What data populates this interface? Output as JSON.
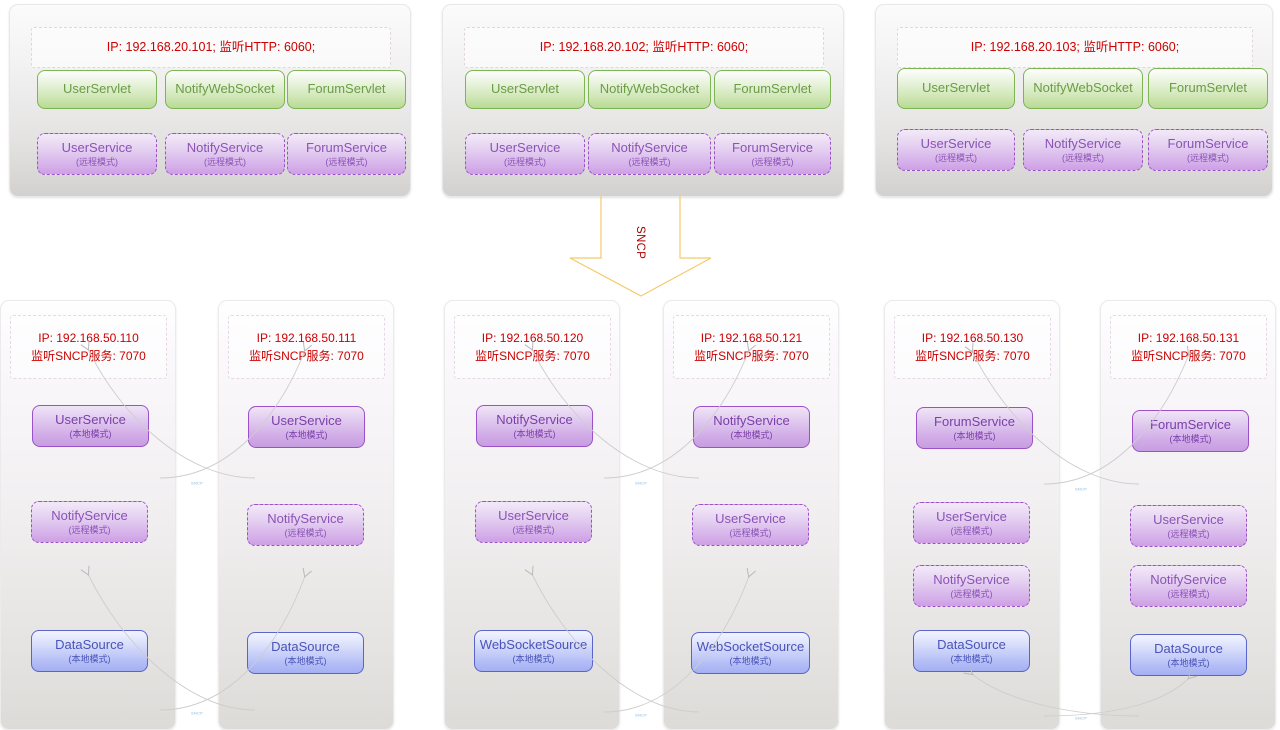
{
  "diagram": {
    "protocol_label": "SNCP",
    "edge_mini_label": "SNCP",
    "colors": {
      "ip_text": "#cc0000",
      "green_border": "#7cb551",
      "purple_border": "#9b52c9",
      "blue_border": "#5b64c9",
      "arrow_gradient": "#f5c96b",
      "edge_line": "#c9c9c9"
    }
  },
  "web_tier": [
    {
      "id": "web-1",
      "header": "IP: 192.168.20.101;   监听HTTP: 6060;",
      "servlets": [
        {
          "name": "UserServlet"
        },
        {
          "name": "NotifyWebSocket"
        },
        {
          "name": "ForumServlet"
        }
      ],
      "services": [
        {
          "name": "UserService",
          "mode": "(远程模式)"
        },
        {
          "name": "NotifyService",
          "mode": "(远程模式)"
        },
        {
          "name": "ForumService",
          "mode": "(远程模式)"
        }
      ]
    },
    {
      "id": "web-2",
      "header": "IP: 192.168.20.102;   监听HTTP: 6060;",
      "servlets": [
        {
          "name": "UserServlet"
        },
        {
          "name": "NotifyWebSocket"
        },
        {
          "name": "ForumServlet"
        }
      ],
      "services": [
        {
          "name": "UserService",
          "mode": "(远程模式)"
        },
        {
          "name": "NotifyService",
          "mode": "(远程模式)"
        },
        {
          "name": "ForumService",
          "mode": "(远程模式)"
        }
      ]
    },
    {
      "id": "web-3",
      "header": "IP: 192.168.20.103;   监听HTTP: 6060;",
      "servlets": [
        {
          "name": "UserServlet"
        },
        {
          "name": "NotifyWebSocket"
        },
        {
          "name": "ForumServlet"
        }
      ],
      "services": [
        {
          "name": "UserService",
          "mode": "(远程模式)"
        },
        {
          "name": "NotifyService",
          "mode": "(远程模式)"
        },
        {
          "name": "ForumService",
          "mode": "(远程模式)"
        }
      ]
    }
  ],
  "service_tier": [
    {
      "id": "node-110",
      "ip": "IP: 192.168.50.110",
      "port": "监听SNCP服务: 7070",
      "boxes": [
        {
          "name": "UserService",
          "mode": "(本地模式)",
          "style": "purple-solid"
        },
        {
          "name": "NotifyService",
          "mode": "(远程模式)",
          "style": "purple-dash"
        },
        {
          "name": "DataSource",
          "mode": "(本地模式)",
          "style": "blue"
        }
      ]
    },
    {
      "id": "node-111",
      "ip": "IP: 192.168.50.111",
      "port": "监听SNCP服务: 7070",
      "boxes": [
        {
          "name": "UserService",
          "mode": "(本地模式)",
          "style": "purple-solid"
        },
        {
          "name": "NotifyService",
          "mode": "(远程模式)",
          "style": "purple-dash"
        },
        {
          "name": "DataSource",
          "mode": "(本地模式)",
          "style": "blue"
        }
      ]
    },
    {
      "id": "node-120",
      "ip": "IP: 192.168.50.120",
      "port": "监听SNCP服务: 7070",
      "boxes": [
        {
          "name": "NotifyService",
          "mode": "(本地模式)",
          "style": "purple-solid"
        },
        {
          "name": "UserService",
          "mode": "(远程模式)",
          "style": "purple-dash"
        },
        {
          "name": "WebSocketSource",
          "mode": "(本地模式)",
          "style": "blue"
        }
      ]
    },
    {
      "id": "node-121",
      "ip": "IP: 192.168.50.121",
      "port": "监听SNCP服务: 7070",
      "boxes": [
        {
          "name": "NotifyService",
          "mode": "(本地模式)",
          "style": "purple-solid"
        },
        {
          "name": "UserService",
          "mode": "(远程模式)",
          "style": "purple-dash"
        },
        {
          "name": "WebSocketSource",
          "mode": "(本地模式)",
          "style": "blue"
        }
      ]
    },
    {
      "id": "node-130",
      "ip": "IP: 192.168.50.130",
      "port": "监听SNCP服务: 7070",
      "boxes": [
        {
          "name": "ForumService",
          "mode": "(本地模式)",
          "style": "purple-solid"
        },
        {
          "name": "UserService",
          "mode": "(远程模式)",
          "style": "purple-dash"
        },
        {
          "name": "NotifyService",
          "mode": "(远程模式)",
          "style": "purple-dash"
        },
        {
          "name": "DataSource",
          "mode": "(本地模式)",
          "style": "blue"
        }
      ]
    },
    {
      "id": "node-131",
      "ip": "IP: 192.168.50.131",
      "port": "监听SNCP服务: 7070",
      "boxes": [
        {
          "name": "ForumService",
          "mode": "(本地模式)",
          "style": "purple-solid"
        },
        {
          "name": "UserService",
          "mode": "(远程模式)",
          "style": "purple-dash"
        },
        {
          "name": "NotifyService",
          "mode": "(远程模式)",
          "style": "purple-dash"
        },
        {
          "name": "DataSource",
          "mode": "(本地模式)",
          "style": "blue"
        }
      ]
    }
  ]
}
